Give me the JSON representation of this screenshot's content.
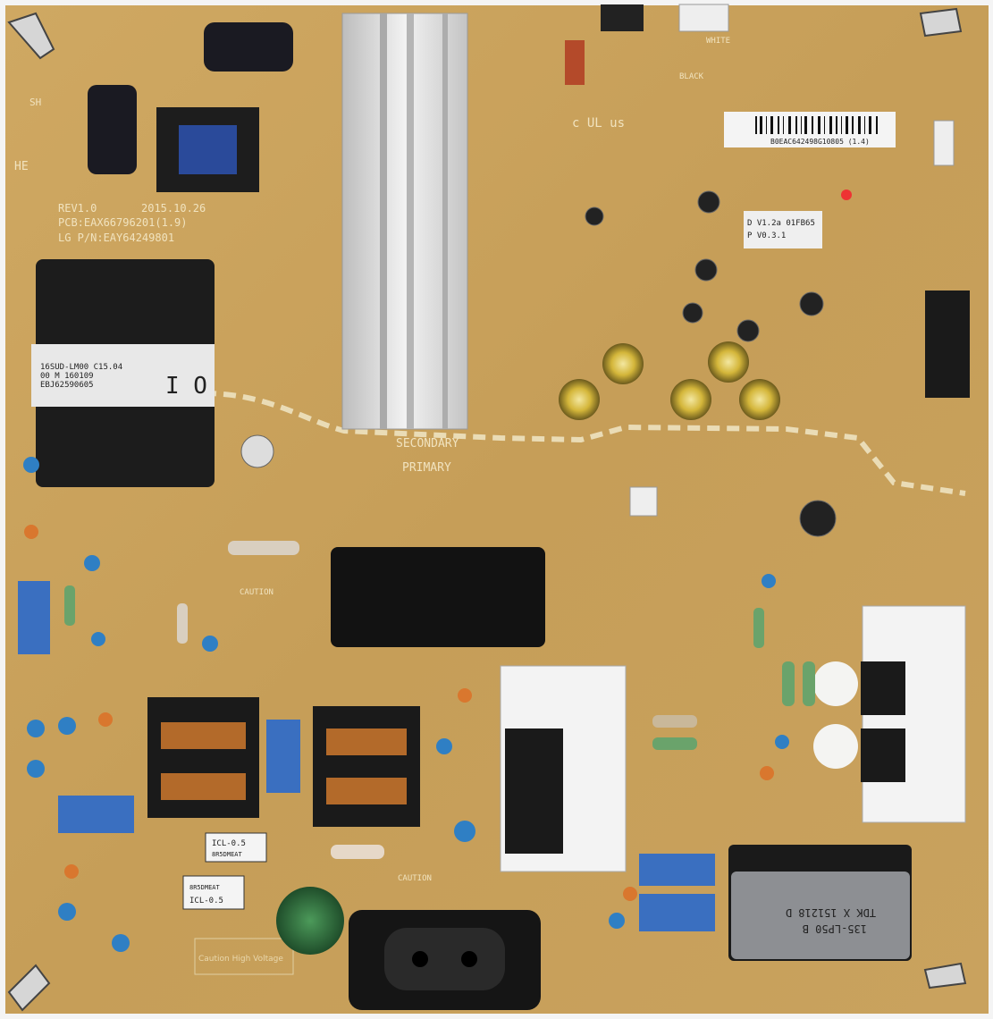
{
  "board": {
    "revision": "REV1.0",
    "date": "2015.10.26",
    "pcb": "PCB:EAX66796201(1.9)",
    "part_number": "LG P/N:EAY64249801",
    "corner_marks": [
      "SH",
      "HE"
    ],
    "colors": {
      "pcb": "#c9a15c",
      "silkscreen": "#f1e3bf",
      "heatsink": "#d9d9d9",
      "capacitor_blue": "#2f7fc4",
      "varistor": "#2e6b3a"
    }
  },
  "zones": {
    "secondary": "SECONDARY",
    "primary": "PRIMARY"
  },
  "labels": {
    "barcode_text": "B0EAC642498G10805 (1.4)",
    "firmware_line1": "D V1.2a 01FB65",
    "firmware_line2": "P V0.3.1",
    "transformer_line1": "16SUD-LM00  C15.04",
    "transformer_line2": "00     M    160109",
    "transformer_line3": "EBJ62590605",
    "transformer_mark": "I O",
    "icl_top_line1": "ICL-0.5",
    "icl_top_line2": "8R5DMEAT",
    "icl_bottom_line1": "8R5DMEAT",
    "icl_bottom_line2": "ICL-0.5",
    "line_filter_line1": "TDK X 151218 D",
    "line_filter_line2": "135-LP50  B",
    "caution": "CAUTION",
    "high_voltage": "Caution High Voltage",
    "black": "BLACK",
    "white": "WHITE",
    "ul_mark": "c UL us"
  }
}
